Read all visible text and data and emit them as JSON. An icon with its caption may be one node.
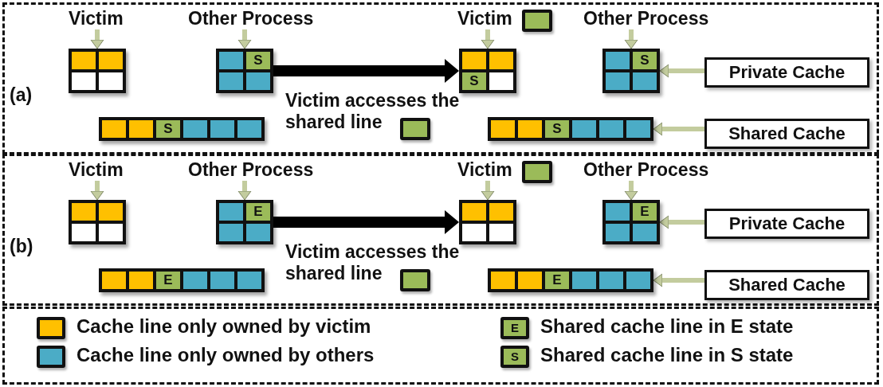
{
  "diagram": {
    "nodes": [
      {
        "text": [
          "(a)"
        ]
      },
      {
        "text": [
          "Victim"
        ],
        "in": 0
      },
      {
        "text": [
          "Other Process"
        ],
        "in": 0
      },
      {
        "text": [
          "Victim"
        ],
        "in": 0
      },
      {
        "text": [
          "Other Process"
        ],
        "in": 0
      },
      {
        "text": [
          "Private Cache"
        ],
        "in": 0
      },
      {
        "text": [
          "Shared Cache"
        ],
        "in": 0
      },
      {
        "text": [],
        "shape": "box",
        "in": 0
      },
      {
        "text": [],
        "shape": "box",
        "in": 0
      },
      {
        "text": [],
        "shape": "box",
        "in": 0
      },
      {
        "text": [],
        "shape": "box",
        "in": 0
      },
      {
        "text": [],
        "shape": "box",
        "in": 0
      },
      {
        "text": [],
        "shape": "box",
        "in": 0
      },
      {
        "text": [],
        "shape": "box",
        "in": 7
      },
      {
        "text": [],
        "shape": "box",
        "in": 7
      },
      {
        "text": [],
        "shape": "box",
        "in": 7
      },
      {
        "text": [],
        "shape": "box",
        "in": 7
      },
      {
        "text": [],
        "shape": "box",
        "in": 8
      },
      {
        "text": [
          "S"
        ],
        "in": 8
      },
      {
        "text": [],
        "shape": "box",
        "in": 8
      },
      {
        "text": [],
        "shape": "box",
        "in": 8
      },
      {
        "text": [],
        "shape": "box",
        "in": 9
      },
      {
        "text": [],
        "shape": "box",
        "in": 9
      },
      {
        "text": [
          "S"
        ],
        "in": 9
      },
      {
        "text": [],
        "shape": "box",
        "in": 9
      },
      {
        "text": [],
        "shape": "box",
        "in": 9
      },
      {
        "text": [],
        "shape": "box",
        "in": 9
      },
      {
        "text": [],
        "shape": "box",
        "in": 10
      },
      {
        "text": [],
        "shape": "box",
        "in": 10
      },
      {
        "text": [
          "S"
        ],
        "in": 10
      },
      {
        "text": [],
        "shape": "box",
        "in": 10
      },
      {
        "text": [],
        "shape": "box",
        "in": 11
      },
      {
        "text": [
          "S"
        ],
        "in": 11
      },
      {
        "text": [],
        "shape": "box",
        "in": 11
      },
      {
        "text": [],
        "shape": "box",
        "in": 11
      },
      {
        "text": [],
        "shape": "box",
        "in": 12
      },
      {
        "text": [],
        "shape": "box",
        "in": 12
      },
      {
        "text": [
          "S"
        ],
        "in": 12
      },
      {
        "text": [],
        "shape": "box",
        "in": 12
      },
      {
        "text": [],
        "shape": "box",
        "in": 12
      },
      {
        "text": [],
        "shape": "box",
        "in": 12
      },
      {
        "text": [
          "(b)"
        ]
      },
      {
        "text": [
          "Victim"
        ],
        "in": 41
      },
      {
        "text": [
          "Other Process"
        ],
        "in": 41
      },
      {
        "text": [
          "Victim"
        ],
        "in": 41
      },
      {
        "text": [
          "Other Process"
        ],
        "in": 41
      },
      {
        "text": [
          "Private Cache"
        ],
        "in": 41
      },
      {
        "text": [
          "Shared Cache"
        ],
        "in": 41
      },
      {
        "text": [],
        "shape": "box",
        "in": 41
      },
      {
        "text": [],
        "shape": "box",
        "in": 41
      },
      {
        "text": [],
        "shape": "box",
        "in": 41
      },
      {
        "text": [],
        "shape": "box",
        "in": 41
      },
      {
        "text": [],
        "shape": "box",
        "in": 41
      },
      {
        "text": [],
        "shape": "box",
        "in": 41
      },
      {
        "text": [],
        "shape": "box",
        "in": 48
      },
      {
        "text": [],
        "shape": "box",
        "in": 48
      },
      {
        "text": [],
        "shape": "box",
        "in": 48
      },
      {
        "text": [],
        "shape": "box",
        "in": 48
      },
      {
        "text": [],
        "shape": "box",
        "in": 49
      },
      {
        "text": [
          "E"
        ],
        "in": 49
      },
      {
        "text": [],
        "shape": "box",
        "in": 49
      },
      {
        "text": [],
        "shape": "box",
        "in": 49
      },
      {
        "text": [],
        "shape": "box",
        "in": 50
      },
      {
        "text": [],
        "shape": "box",
        "in": 50
      },
      {
        "text": [
          "E"
        ],
        "in": 50
      },
      {
        "text": [],
        "shape": "box",
        "in": 50
      },
      {
        "text": [],
        "shape": "box",
        "in": 50
      },
      {
        "text": [],
        "shape": "box",
        "in": 50
      },
      {
        "text": [],
        "shape": "box",
        "in": 51
      },
      {
        "text": [],
        "shape": "box",
        "in": 51
      },
      {
        "text": [],
        "shape": "box",
        "in": 51
      },
      {
        "text": [],
        "shape": "box",
        "in": 51
      },
      {
        "text": [],
        "shape": "box",
        "in": 52
      },
      {
        "text": [
          "E"
        ],
        "in": 52
      },
      {
        "text": [],
        "shape": "box",
        "in": 52
      },
      {
        "text": [],
        "shape": "box",
        "in": 52
      },
      {
        "text": [],
        "shape": "box",
        "in": 53
      },
      {
        "text": [],
        "shape": "box",
        "in": 53
      },
      {
        "text": [
          "E"
        ],
        "in": 53
      },
      {
        "text": [],
        "shape": "box",
        "in": 53
      },
      {
        "text": [],
        "shape": "box",
        "in": 53
      },
      {
        "text": [],
        "shape": "box",
        "in": 53
      }
    ],
    "edges": [
      {
        "from": 1,
        "to": 7,
        "arrow": "to"
      },
      {
        "from": 2,
        "to": 8,
        "arrow": "to"
      },
      {
        "from": 8,
        "to": 10,
        "arrow": "to",
        "label": "Victim accesses the shared line",
        "style": "thick",
        "color": "#000000"
      },
      {
        "from": 3,
        "to": 10,
        "arrow": "to"
      },
      {
        "from": 4,
        "to": 11,
        "arrow": "to"
      },
      {
        "from": 5,
        "to": 11,
        "arrow": "to"
      },
      {
        "from": 6,
        "to": 12,
        "arrow": "to"
      },
      {
        "from": 42,
        "to": 48,
        "arrow": "to"
      },
      {
        "from": 43,
        "to": 49,
        "arrow": "to"
      },
      {
        "from": 49,
        "to": 51,
        "arrow": "to",
        "label": "Victim accesses the shared line",
        "style": "thick",
        "color": "#000000"
      },
      {
        "from": 44,
        "to": 51,
        "arrow": "to"
      },
      {
        "from": 45,
        "to": 52,
        "arrow": "to"
      },
      {
        "from": 46,
        "to": 52,
        "arrow": "to"
      },
      {
        "from": 47,
        "to": 53,
        "arrow": "to"
      }
    ],
    "labels": [
      "E",
      "S"
    ],
    "legend": [
      {
        "text": "Cache line only owned by victim",
        "color": "#ffc000"
      },
      {
        "text": "Cache line only owned by others",
        "color": "#4bacc6"
      },
      {
        "text": "Shared cache line in E state",
        "color": "#9bbb59"
      },
      {
        "text": "Shared cache line in S state",
        "color": "#9bbb59"
      }
    ]
  }
}
